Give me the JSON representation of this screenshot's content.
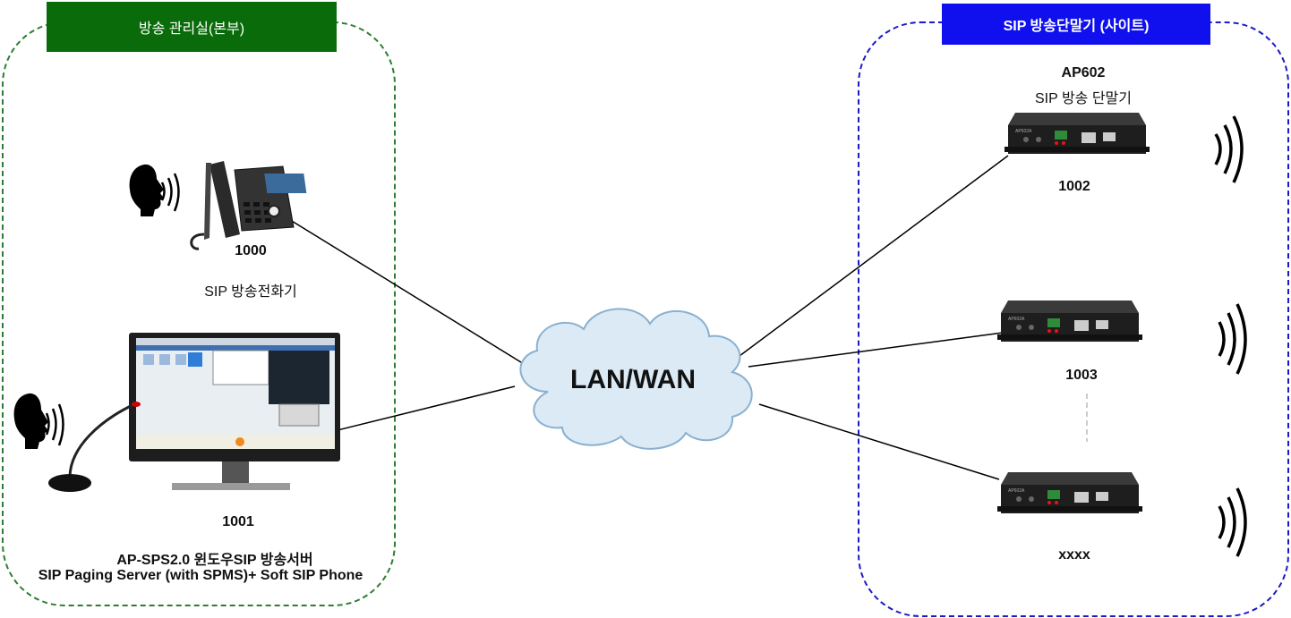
{
  "zones": {
    "left_title": "방송 관리실(본부)",
    "right_title": "SIP 방송단말기 (사이트)"
  },
  "cloud": {
    "label": "LAN/WAN"
  },
  "left": {
    "phone_id": "1000",
    "phone_caption": "SIP 방송전화기",
    "server_id": "1001",
    "server_line1": "AP-SPS2.0 윈도우SIP 방송서버",
    "server_line2": "SIP Paging Server (with SPMS)+   Soft SIP Phone"
  },
  "right": {
    "header_line1": "AP602",
    "header_line2": "SIP 방송 단말기",
    "device1_id": "1002",
    "device2_id": "1003",
    "device3_id": "xxxx",
    "device_brand": "AP602A"
  },
  "colors": {
    "left_zone": "#2e7d32",
    "left_title_bg": "#0a6b0a",
    "right_zone": "#1a1ac8",
    "right_title_bg": "#1010ee",
    "cloud_fill": "#dbeaf5"
  },
  "icons": [
    "speaking-head-icon",
    "sound-wave-icon",
    "ip-phone-icon",
    "monitor-icon",
    "microphone-icon",
    "cloud-icon",
    "terminal-device-icon",
    "speaker-wave-icon"
  ]
}
